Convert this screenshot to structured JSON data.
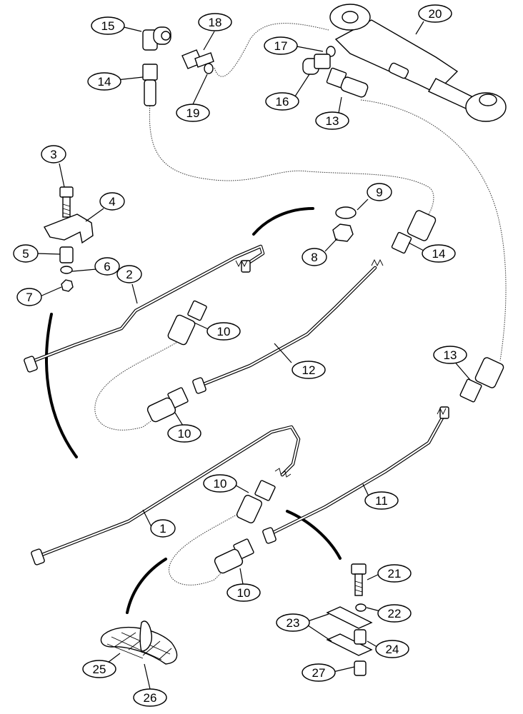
{
  "callouts": {
    "c1": "1",
    "c2": "2",
    "c3": "3",
    "c4": "4",
    "c5": "5",
    "c6": "6",
    "c7": "7",
    "c8": "8",
    "c9": "9",
    "c10a": "10",
    "c10b": "10",
    "c10c": "10",
    "c10d": "10",
    "c11": "11",
    "c12": "12",
    "c13a": "13",
    "c13b": "13",
    "c14a": "14",
    "c14b": "14",
    "c15": "15",
    "c16": "16",
    "c17": "17",
    "c18": "18",
    "c19": "19",
    "c20": "20",
    "c21": "21",
    "c22": "22",
    "c23": "23",
    "c24": "24",
    "c25": "25",
    "c26": "26",
    "c27": "27"
  }
}
